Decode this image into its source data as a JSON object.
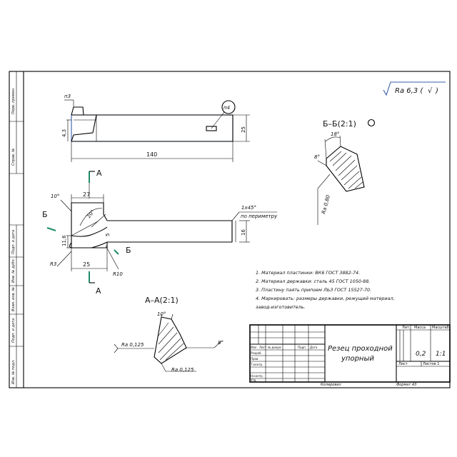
{
  "roughness": {
    "label": "Ra 6,3 (",
    "check": "√",
    "close": ")"
  },
  "top_view": {
    "chamfer": "п3",
    "callout": "п4",
    "dim_height_left": "4,3",
    "dim_height_right": "25",
    "dim_length": "140"
  },
  "front_view": {
    "section_a_top": "А",
    "section_a_bottom": "А",
    "section_b_left": "Б",
    "section_b_right": "Б",
    "angle_10": "10°",
    "dim_27": "27",
    "angle_20": "20°",
    "dim_11_6": "11,6",
    "dim_5": "5",
    "dim_16": "16",
    "dim_25": "25",
    "r3": "R3",
    "r10": "R10",
    "chamfer_note": "1х45°",
    "chamfer_note2": "по периметру"
  },
  "section_b": {
    "title": "Б–Б(2:1)",
    "angle_18": "18°",
    "angle_8": "8°",
    "ra": "Ra 0,80"
  },
  "section_a": {
    "title": "А–А(2:1)",
    "angle_10": "10°",
    "angle_8": "8°",
    "ra_left": "Ra 0,125",
    "ra_bottom": "Ra 0,125"
  },
  "notes": [
    "1. Материал пластинки: ВК6 ГОСТ 3882-74.",
    "2. Материал державки: сталь 45 ГОСТ 1050-88.",
    "3. Пластину паять припоем ЛЬЗ ГОСТ 15527-70.",
    "4.   Маркировать:   размеры   державки,   режущий   материал,",
    "завод-изготовитель."
  ],
  "title_block": {
    "name_line1": "Резец проходной",
    "name_line2": "упорный",
    "col_lit": "Лит.",
    "col_mass": "Масса",
    "col_scale": "Масштаб",
    "mass": "0,2",
    "scale": "1:1",
    "sheet": "Лист",
    "sheets": "Листов  1",
    "row_headers": [
      "Изм",
      "Лист",
      "№ докум.",
      "Подп.",
      "Дата"
    ],
    "roles": [
      "Разраб.",
      "Пров.",
      "Т.контр.",
      "",
      "Н.контр.",
      "Утв."
    ],
    "copied": "Копировал",
    "format": "Формат   А3"
  },
  "side_stamp": [
    "Перв. примен.",
    "Справ. №",
    "Подп. и дата",
    "Инв. № дубл.",
    "Взам. инв. №",
    "Подп. и дата",
    "Инв. № подл."
  ]
}
